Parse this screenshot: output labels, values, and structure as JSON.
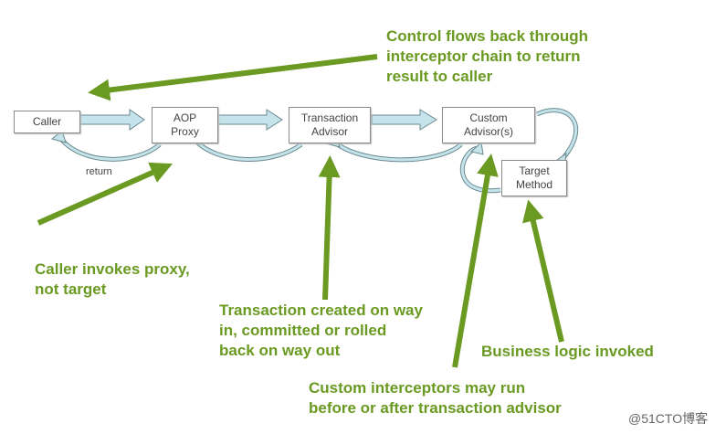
{
  "colors": {
    "annotation_green": "#6a9a22",
    "flow_arrow_fill": "#c4e3ea",
    "flow_arrow_stroke": "#6b8a90",
    "box_border": "#8a8a8a",
    "box_text": "#444444"
  },
  "boxes": {
    "caller": "Caller",
    "aop_proxy": "AOP\nProxy",
    "transaction_advisor": "Transaction\nAdvisor",
    "custom_advisors": "Custom\nAdvisor(s)",
    "target_method": "Target\nMethod"
  },
  "labels": {
    "return": "return"
  },
  "annotations": {
    "control_flows_back": "Control flows back through\ninterceptor chain to return\nresult to caller",
    "caller_invokes_proxy": "Caller invokes proxy,\nnot target",
    "transaction_created": "Transaction created on way\nin, committed or rolled\nback on way out",
    "custom_interceptors": "Custom interceptors may run\nbefore or after transaction advisor",
    "business_logic": "Business logic invoked"
  },
  "watermark": "@51CTO博客"
}
